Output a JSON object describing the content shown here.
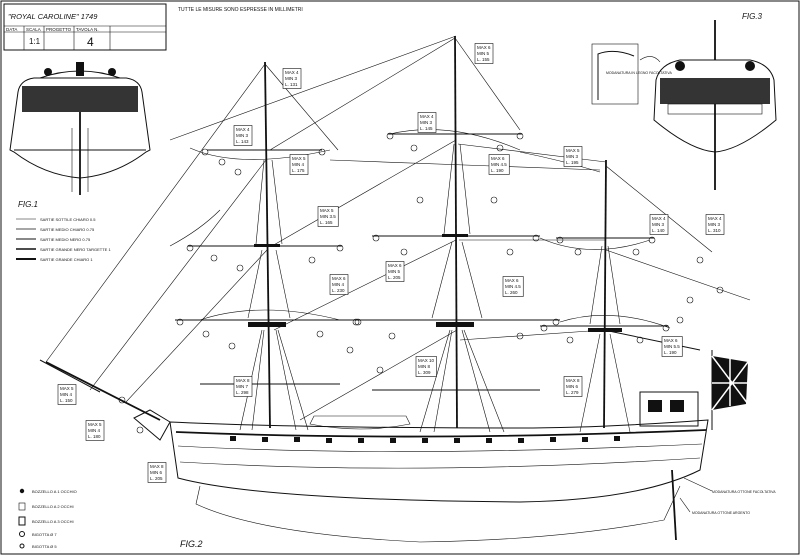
{
  "title_block": {
    "title": "\"ROYAL CAROLINE\" 1749",
    "headers": [
      "DATA",
      "SCALA",
      "PROGETTO",
      "TAVOLA N."
    ],
    "values": [
      "",
      "1:1",
      "",
      "4"
    ]
  },
  "note": "TUTTE LE MISURE SONO ESPRESSE IN MILLIMETRI",
  "figures": {
    "fig1": "FIG.1",
    "fig2": "FIG.2",
    "fig3": "FIG.3"
  },
  "rope_legend": [
    "SARTIE SOTTILE CHIARO 0.5",
    "SARTIE MEDIO CHIARO 0.75",
    "SARTIE MEDIO NERO 0.75",
    "SARTIE GRANDE NERO TARGETTE 1",
    "SARTIE GRANDE CHIARO 1"
  ],
  "block_legend": [
    "BOZZELLO A 1 OCCHIO",
    "BOZZELLO A 2 OCCHI",
    "BOZZELLO A 3 OCCHI",
    "BIGOTTA Ø 7",
    "BIGOTTA Ø 5"
  ],
  "dimension_boxes": [
    {
      "max": "MAX 4",
      "min": "MIN 3",
      "l": "L. 131"
    },
    {
      "max": "MAX 4",
      "min": "MIN 3",
      "l": "L. 143"
    },
    {
      "max": "MAX 6",
      "min": "MIN 5",
      "l": "L. 155"
    },
    {
      "max": "MAX 4",
      "min": "MIN 3",
      "l": "L. 145"
    },
    {
      "max": "MAX 5",
      "min": "MIN 4",
      "l": "L. 175"
    },
    {
      "max": "MAX 6",
      "min": "MIN 4.5",
      "l": "L. 190"
    },
    {
      "max": "MAX 5",
      "min": "MIN 3",
      "l": "L. 195"
    },
    {
      "max": "MAX 5",
      "min": "MIN 3.5",
      "l": "L. 165"
    },
    {
      "max": "MAX 6",
      "min": "MIN 5",
      "l": "L. 205"
    },
    {
      "max": "MAX 6",
      "min": "MIN 4",
      "l": "L. 230"
    },
    {
      "max": "MAX 6",
      "min": "MIN 4.5",
      "l": "L. 260"
    },
    {
      "max": "MAX 4",
      "min": "MIN 3",
      "l": "L. 140"
    },
    {
      "max": "MAX 4",
      "min": "MIN 3",
      "l": "L. 310"
    },
    {
      "max": "MAX 8",
      "min": "MIN 7",
      "l": "L. 298"
    },
    {
      "max": "MAX 10",
      "min": "MIN 8",
      "l": "L. 309"
    },
    {
      "max": "MAX 8",
      "min": "MIN 6",
      "l": "L. 279"
    },
    {
      "max": "MAX 6",
      "min": "MIN 5.5",
      "l": "L. 190"
    },
    {
      "max": "MAX 5",
      "min": "MIN 4",
      "l": "L. 150"
    },
    {
      "max": "MAX 5",
      "min": "MIN 4",
      "l": "L. 180"
    },
    {
      "max": "MAX 8",
      "min": "MIN 6",
      "l": "L. 205"
    }
  ],
  "fig3_callout": "MODANATURA IN LEGNO FACOLTATIVA",
  "bottom_callouts": [
    "MODANATURA OTTONE FACOLTATIVA",
    "MODANATURA OTTONE ARGENTO"
  ]
}
